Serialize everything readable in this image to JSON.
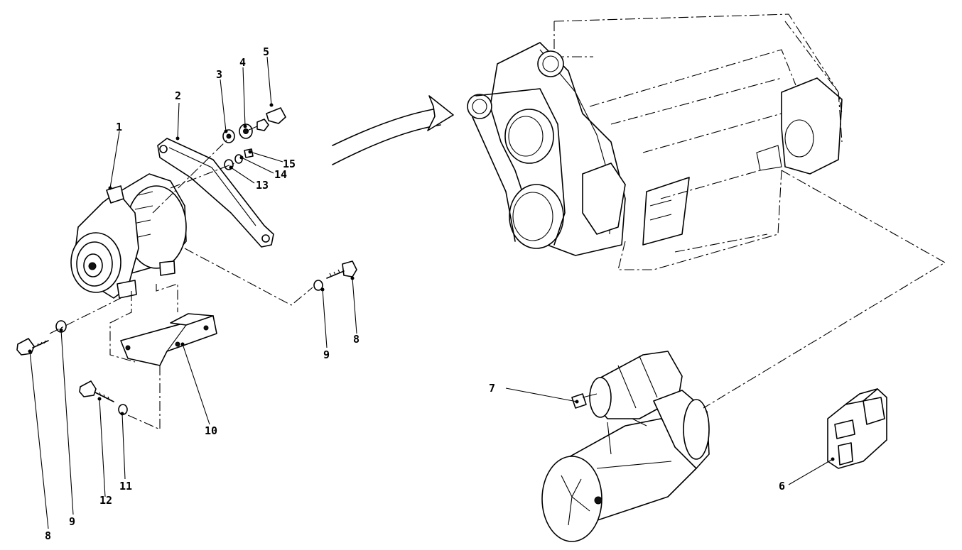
{
  "callouts": {
    "c1": "1",
    "c2": "2",
    "c3": "3",
    "c4": "4",
    "c5": "5",
    "c6": "6",
    "c7": "7",
    "c8a": "8",
    "c8b": "8",
    "c9a": "9",
    "c9b": "9",
    "c10": "10",
    "c11": "11",
    "c12": "12",
    "c13": "13",
    "c14": "14",
    "c15": "15"
  },
  "icons": {
    "arrow": "curved-arrow-icon"
  }
}
